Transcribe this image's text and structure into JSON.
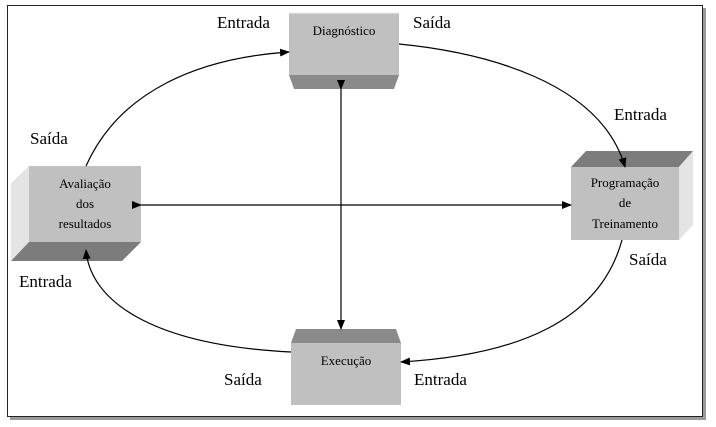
{
  "boxes": {
    "diagnostico": "Diagnóstico",
    "programacao": [
      "Programação",
      "de",
      "Treinamento"
    ],
    "execucao": "Execução",
    "avaliacao": [
      "Avaliação",
      "dos",
      "resultados"
    ]
  },
  "labels": {
    "diag_entrada": "Entrada",
    "diag_saida": "Saída",
    "prog_entrada": "Entrada",
    "prog_saida": "Saída",
    "exec_entrada": "Entrada",
    "exec_saida": "Saída",
    "aval_saida": "Saída",
    "aval_entrada": "Entrada"
  },
  "colors": {
    "box_face": "#c0c0c0",
    "box_side_light": "#e4e4e4",
    "box_side_dark": "#7c7c7c",
    "box_dark_band": "#8a8a8a"
  }
}
